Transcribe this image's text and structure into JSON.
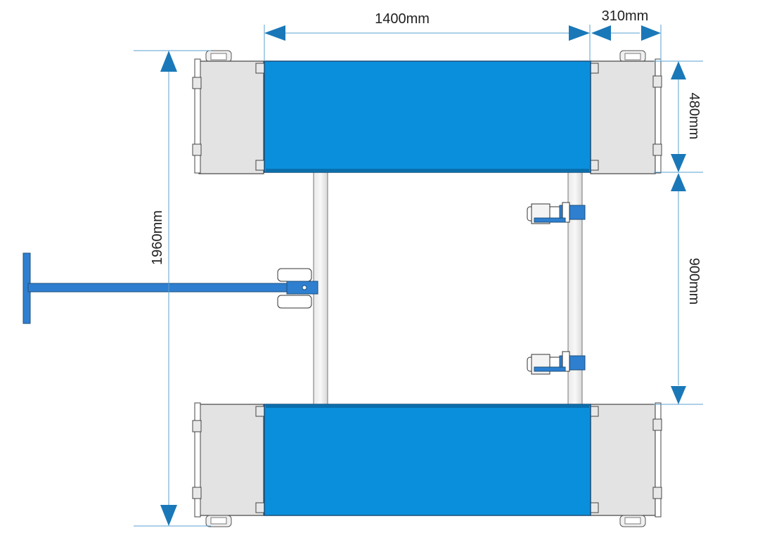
{
  "dimensions": {
    "platform_length": "1400mm",
    "end_plate_length": "310mm",
    "platform_width": "480mm",
    "inner_gap": "900mm",
    "overall_width": "1960mm"
  },
  "colors": {
    "platform_blue": "#0a8fdc",
    "arrow_blue": "#1a78b8",
    "handle_blue": "#2e7fd0",
    "plate_grey": "#e3e3e3",
    "outline": "#444444",
    "leader_line": "#5aa0d0"
  }
}
